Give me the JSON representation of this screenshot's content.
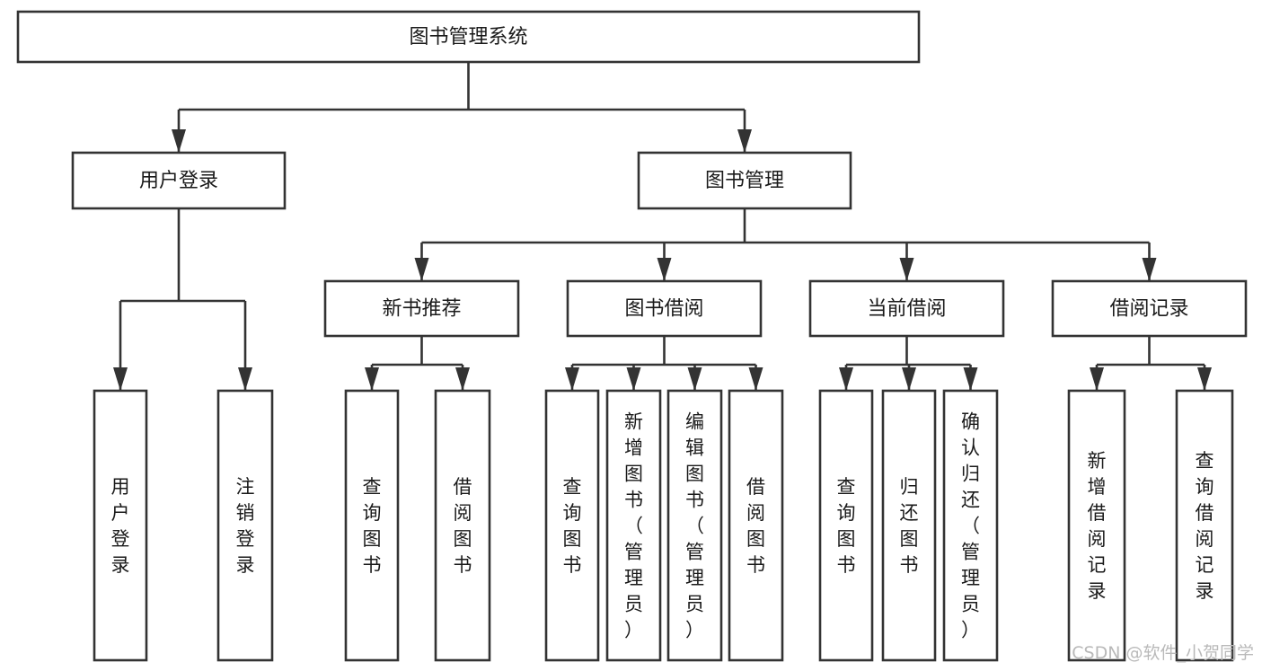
{
  "diagram": {
    "type": "tree-hierarchy-chart",
    "title": "图书管理系统",
    "orientation": "top-down",
    "colors": {
      "box_stroke": "#333333",
      "box_fill": "#ffffff",
      "connector": "#333333",
      "text": "#1a1a1a",
      "background": "#ffffff",
      "watermark": "#b9b9b9"
    },
    "root": {
      "label": "图书管理系统",
      "level": 0
    },
    "level1": [
      {
        "label": "用户登录",
        "level": 1
      },
      {
        "label": "图书管理",
        "level": 1
      }
    ],
    "level2": [
      {
        "label": "新书推荐",
        "parent": "图书管理",
        "level": 2
      },
      {
        "label": "图书借阅",
        "parent": "图书管理",
        "level": 2
      },
      {
        "label": "当前借阅",
        "parent": "图书管理",
        "level": 2
      },
      {
        "label": "借阅记录",
        "parent": "图书管理",
        "level": 2
      }
    ],
    "leaves": [
      {
        "label": "用户登录",
        "parent": "用户登录",
        "level": 2
      },
      {
        "label": "注销登录",
        "parent": "用户登录",
        "level": 2
      },
      {
        "label": "查询图书",
        "parent": "新书推荐",
        "level": 3
      },
      {
        "label": "借阅图书",
        "parent": "新书推荐",
        "level": 3
      },
      {
        "label": "查询图书",
        "parent": "图书借阅",
        "level": 3
      },
      {
        "label": "新增图书（管理员）",
        "parent": "图书借阅",
        "level": 3
      },
      {
        "label": "编辑图书（管理员）",
        "parent": "图书借阅",
        "level": 3
      },
      {
        "label": "借阅图书",
        "parent": "图书借阅",
        "level": 3
      },
      {
        "label": "查询图书",
        "parent": "当前借阅",
        "level": 3
      },
      {
        "label": "归还图书",
        "parent": "当前借阅",
        "level": 3
      },
      {
        "label": "确认归还（管理员）",
        "parent": "当前借阅",
        "level": 3
      },
      {
        "label": "新增借阅记录",
        "parent": "借阅记录",
        "level": 3
      },
      {
        "label": "查询借阅记录",
        "parent": "借阅记录",
        "level": 3
      }
    ],
    "watermark": "CSDN @软件_小贺同学"
  }
}
